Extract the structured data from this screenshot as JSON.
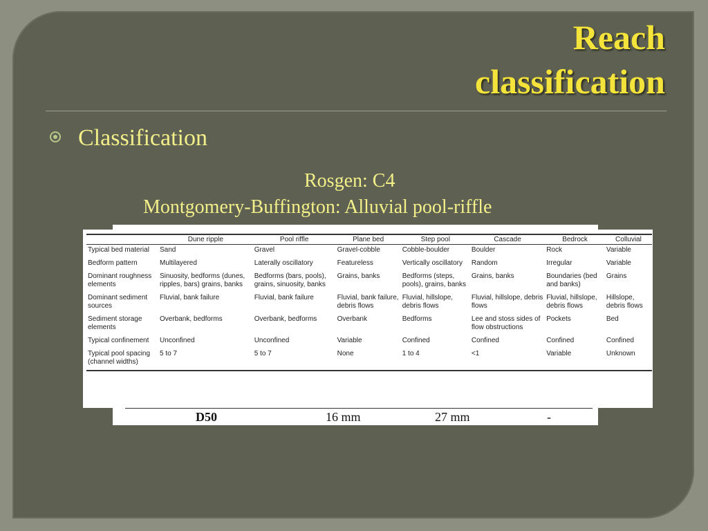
{
  "slide": {
    "title_line1": "Reach",
    "title_line2": "classification",
    "bullet": "Classification",
    "subtitle_a": "Montgomery-Buffington: Alluvial pool-riffle",
    "subtitle_b": "Rosgen: C4"
  },
  "back_table": {
    "row_label": "D50",
    "values": [
      "16 mm",
      "27 mm",
      "-"
    ]
  },
  "table": {
    "headers": [
      "",
      "Dune ripple",
      "Pool riffle",
      "Plane bed",
      "Step pool",
      "Cascade",
      "Bedrock",
      "Colluvial"
    ],
    "rows": [
      [
        "Typical bed material",
        "Sand",
        "Gravel",
        "Gravel-cobble",
        "Cobble-boulder",
        "Boulder",
        "Rock",
        "Variable"
      ],
      [
        "Bedform pattern",
        "Multilayered",
        "Laterally oscillatory",
        "Featureless",
        "Vertically oscillatory",
        "Random",
        "Irregular",
        "Variable"
      ],
      [
        "Dominant roughness elements",
        "Sinuosity, bedforms (dunes, ripples, bars) grains, banks",
        "Bedforms (bars, pools), grains, sinuosity, banks",
        "Grains, banks",
        "Bedforms (steps, pools), grains, banks",
        "Grains, banks",
        "Boundaries (bed and banks)",
        "Grains"
      ],
      [
        "Dominant sediment sources",
        "Fluvial, bank failure",
        "Fluvial, bank failure",
        "Fluvial, bank failure, debris flows",
        "Fluvial, hillslope, debris flows",
        "Fluvial, hillslope, debris flows",
        "Fluvial, hillslope, debris flows",
        "Hillslope, debris flows"
      ],
      [
        "Sediment storage elements",
        "Overbank, bedforms",
        "Overbank, bedforms",
        "Overbank",
        "Bedforms",
        "Lee and stoss sides of flow obstructions",
        "Pockets",
        "Bed"
      ],
      [
        "Typical confinement",
        "Unconfined",
        "Unconfined",
        "Variable",
        "Confined",
        "Confined",
        "Confined",
        "Confined"
      ],
      [
        "Typical pool spacing (channel widths)",
        "5 to 7",
        "5 to 7",
        "None",
        "1 to 4",
        "<1",
        "Variable",
        "Unknown"
      ]
    ]
  }
}
